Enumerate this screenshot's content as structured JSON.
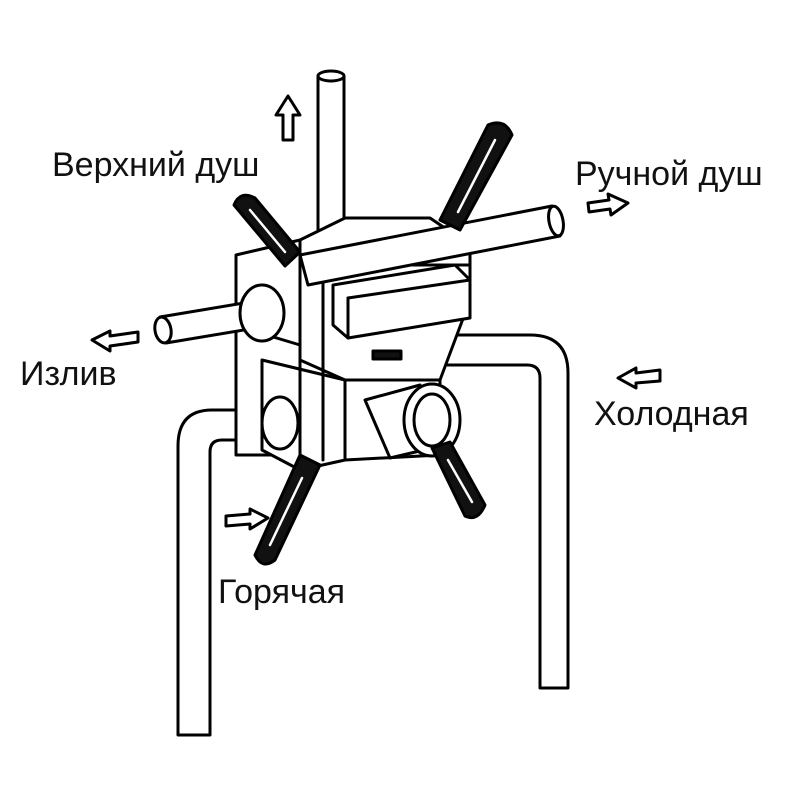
{
  "labels": {
    "top_shower": "Верхний душ",
    "hand_shower": "Ручной душ",
    "spout": "Излив",
    "cold": "Холодная",
    "hot": "Горячая"
  }
}
